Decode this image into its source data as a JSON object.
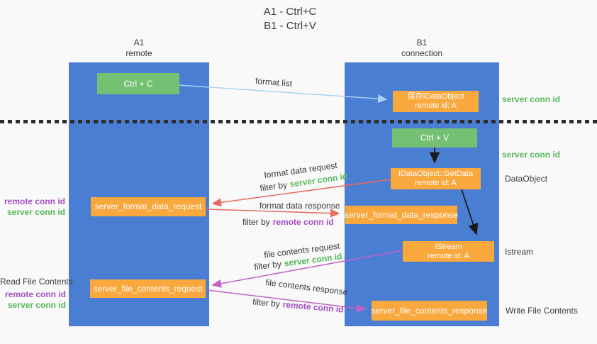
{
  "title": {
    "line1": "A1 - Ctrl+C",
    "line2": "B1 - Ctrl+V"
  },
  "lifelines": {
    "a": {
      "name": "A1",
      "role": "remote"
    },
    "b": {
      "name": "B1",
      "role": "connection"
    }
  },
  "boxes": {
    "ctrl_c": {
      "label": "Ctrl + C"
    },
    "save_idataobject": {
      "line1": "保存IDataObject",
      "line2": "remote id: A"
    },
    "ctrl_v": {
      "label": "Ctrl + V"
    },
    "getdata": {
      "line1": "IDataObject::GetData",
      "line2": "remote id: A"
    },
    "format_request": {
      "label": "server_format_data_request"
    },
    "format_response": {
      "label": "server_format_data_response"
    },
    "istream": {
      "line1": "IStream",
      "line2": "remote id: A"
    },
    "file_request": {
      "label": "server_file_contents_request"
    },
    "file_response": {
      "label": "server_file_contents_response"
    }
  },
  "arrow_labels": {
    "format_list": "format list",
    "format_data_request": "format data request",
    "format_data_request_filter_prefix": "filter by",
    "format_data_request_filter_key": "server conn id",
    "format_data_response": "format data response",
    "format_data_response_filter_prefix": "filter by",
    "format_data_response_filter_key": "remote conn id",
    "file_contents_request": "file contents request",
    "file_contents_request_filter_prefix": "filter by",
    "file_contents_request_filter_key": "server conn id",
    "file_contents_response": "file contents response",
    "file_contents_response_filter_prefix": "filter by",
    "file_contents_response_filter_key": "remote conn id"
  },
  "side_labels": {
    "server_conn_id_top": "server conn id",
    "server_conn_id_mid": "server conn id",
    "dataobject": "DataObject",
    "remote_conn_id_left1": "remote conn id",
    "server_conn_id_left1": "server conn id",
    "istream": "Istream",
    "read_file_contents": "Read File Contents",
    "remote_conn_id_left2": "remote conn id",
    "server_conn_id_left2": "server conn id",
    "write_file_contents": "Write File Contents"
  },
  "colors": {
    "column_blue": "#4a7ed2",
    "box_green": "#74c173",
    "box_orange": "#f9a83e",
    "arrow_red": "#e96a5f",
    "arrow_magenta": "#c45fc7",
    "arrow_light_blue": "#a6d3f2",
    "arrow_black": "#1a1a1a",
    "text_green": "#55b85a",
    "text_purple": "#a64fc4"
  }
}
